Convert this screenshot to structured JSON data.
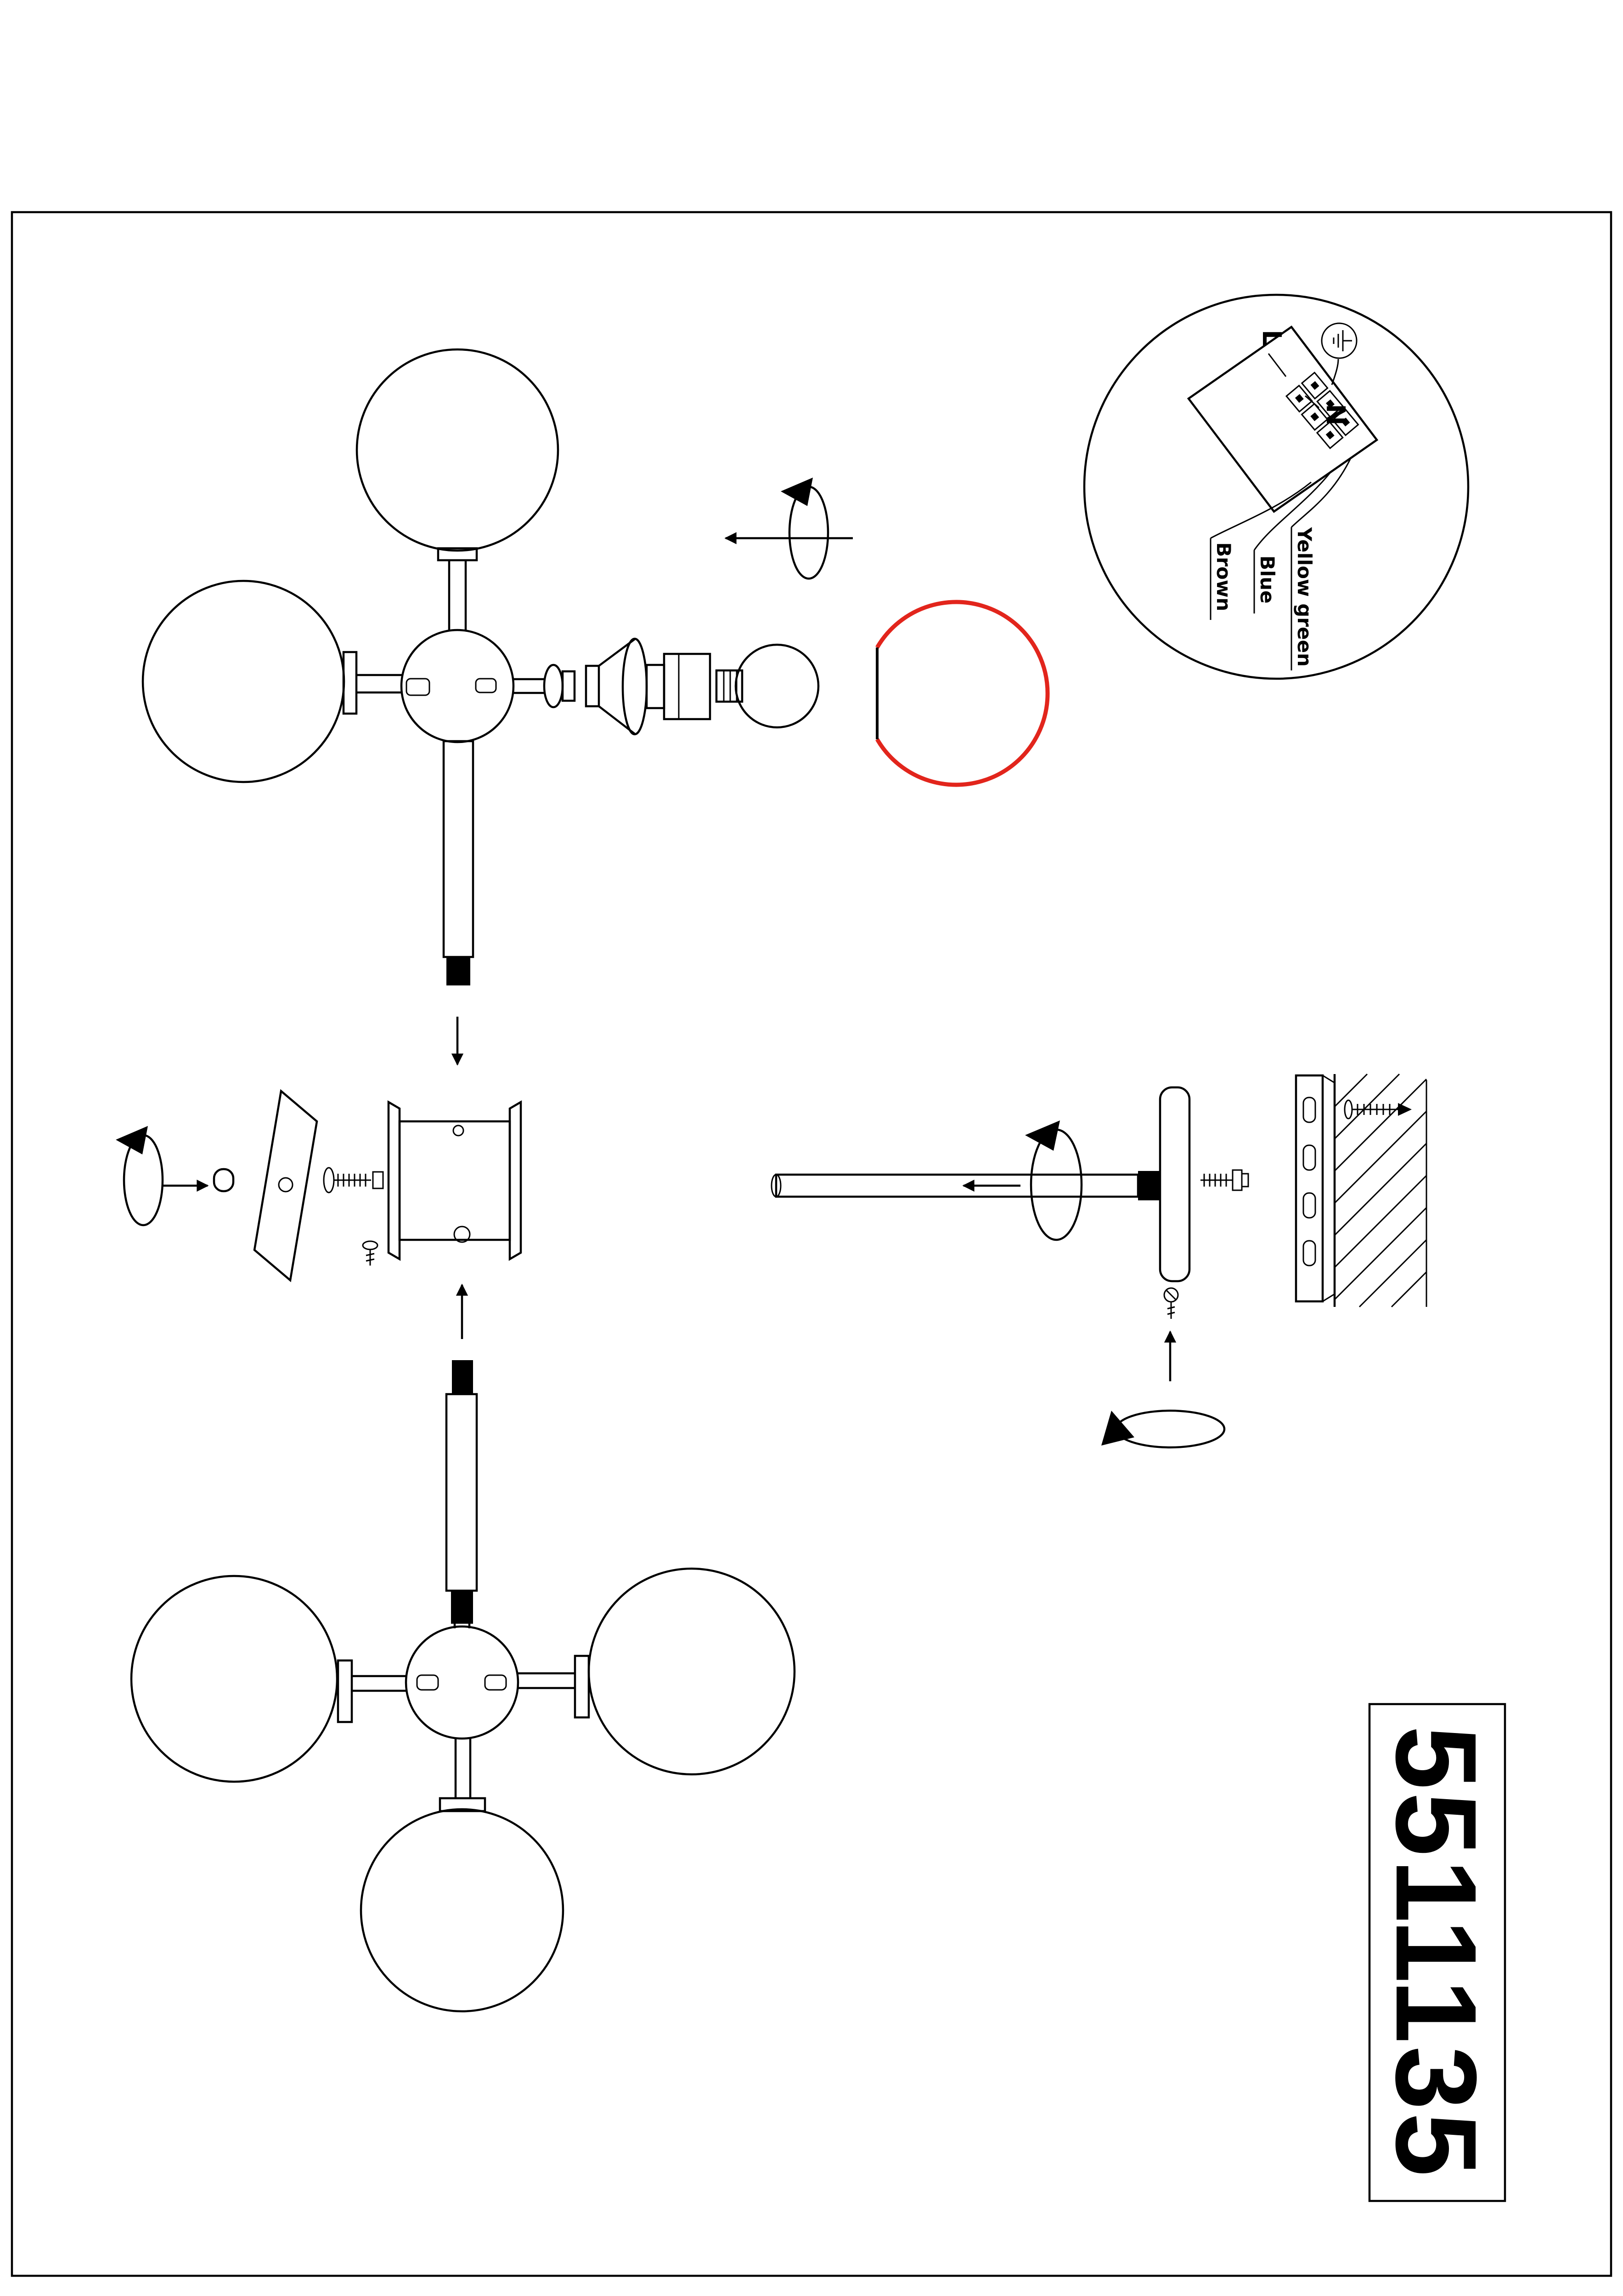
{
  "part_number": "5511135",
  "colors": {
    "line": "#000000",
    "highlight_red": "#e2251c"
  },
  "wiring_inset": {
    "live_label": "L",
    "neutral_label": "N",
    "wire_labels": [
      "Yellow green",
      "Blue",
      "Brown"
    ]
  }
}
